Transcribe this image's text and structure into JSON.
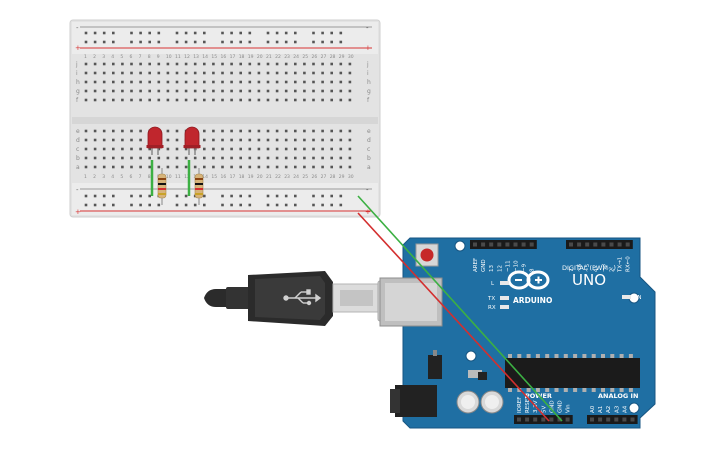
{
  "breadboard": {
    "rail_plus": "+",
    "rail_minus": "-",
    "row_letters_top": [
      "j",
      "i",
      "h",
      "g",
      "f"
    ],
    "row_letters_bottom": [
      "e",
      "d",
      "c",
      "b",
      "a"
    ],
    "column_numbers": [
      "1",
      "2",
      "3",
      "4",
      "5",
      "6",
      "7",
      "8",
      "9",
      "10",
      "11",
      "12",
      "13",
      "14",
      "15",
      "16",
      "17",
      "18",
      "19",
      "20",
      "21",
      "22",
      "23",
      "24",
      "25",
      "26",
      "27",
      "28",
      "29",
      "30"
    ]
  },
  "arduino": {
    "model": "UNO",
    "brand": "ARDUINO",
    "digital_header_label": "DIGITAL (PWM~)",
    "digital_pins": [
      "AREF",
      "GND",
      "13",
      "12",
      "~11",
      "~10",
      "~9",
      "8",
      "7",
      "~6",
      "~5",
      "4",
      "~3",
      "2",
      "TX→1",
      "RX←0"
    ],
    "power_label": "POWER",
    "power_pins": [
      "IOREF",
      "RESET",
      "3.3V",
      "5V",
      "GND",
      "GND",
      "Vin"
    ],
    "analog_label": "ANALOG IN",
    "analog_pins": [
      "A0",
      "A1",
      "A2",
      "A3",
      "A4",
      "A5"
    ],
    "led_labels": {
      "l": "L",
      "tx": "TX",
      "rx": "RX",
      "on": "ON"
    }
  },
  "colors": {
    "board_blue": "#1f6fa3",
    "breadboard": "#e8e8e8",
    "led_red": "#c0262d",
    "wire_green": "#3cb043",
    "wire_red": "#d32f2f",
    "cable_black": "#2b2b2b"
  }
}
